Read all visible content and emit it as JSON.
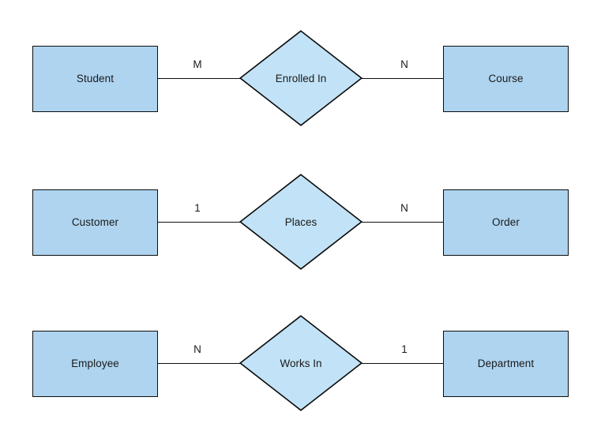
{
  "diagram": {
    "type": "entity-relationship-diagram",
    "background_color": "#ffffff",
    "entity_fill": "#aed4f0",
    "relationship_fill": "#c2e3f7",
    "stroke_color": "#0d0d0d",
    "rows": [
      {
        "left_entity": "Student",
        "relationship": "Enrolled In",
        "right_entity": "Course",
        "left_cardinality": "M",
        "right_cardinality": "N"
      },
      {
        "left_entity": "Customer",
        "relationship": "Places",
        "right_entity": "Order",
        "left_cardinality": "1",
        "right_cardinality": "N"
      },
      {
        "left_entity": "Employee",
        "relationship": "Works In",
        "right_entity": "Department",
        "left_cardinality": "N",
        "right_cardinality": "1"
      }
    ]
  }
}
